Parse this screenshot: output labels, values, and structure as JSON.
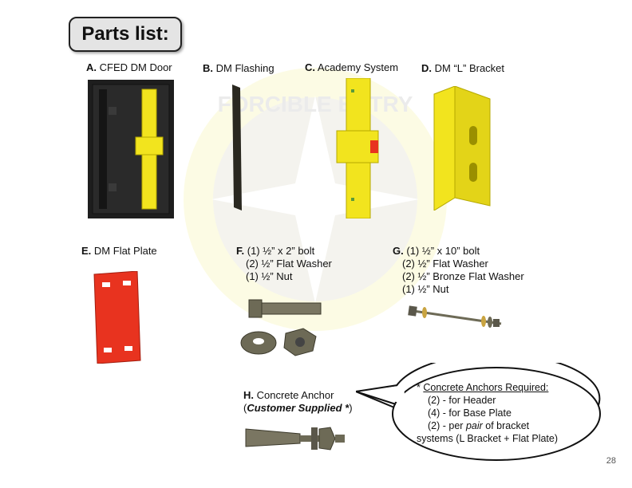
{
  "title": "Parts list:",
  "parts": {
    "a": {
      "letter": "A.",
      "name": "CFED DM Door"
    },
    "b": {
      "letter": "B.",
      "name": "DM Flashing"
    },
    "c": {
      "letter": "C.",
      "name": "Academy System"
    },
    "d": {
      "letter": "D.",
      "name": "DM “L” Bracket"
    },
    "e": {
      "letter": "E.",
      "name": "DM Flat Plate"
    },
    "f": {
      "letter": "F.",
      "name": "(1) ½” x 2” bolt",
      "lines": [
        "(2) ½” Flat Washer",
        "(1) ½” Nut"
      ]
    },
    "g": {
      "letter": "G.",
      "name": "(1) ½” x 10” bolt",
      "lines": [
        "(2) ½” Flat Washer",
        "(2) ½” Bronze Flat Washer",
        "(1) ½” Nut"
      ]
    },
    "h": {
      "letter": "H.",
      "name": "Concrete Anchor",
      "note_open": "(",
      "note": "Customer Supplied *",
      "note_close": ")"
    }
  },
  "callout": {
    "heading_star": "*",
    "heading": "Concrete Anchors Required:",
    "line1": "(2) - for Header",
    "line2": "(4) - for Base Plate",
    "line3_pre": "(2) - per ",
    "line3_em": "pair",
    "line3_post": " of bracket",
    "line4": "systems (L Bracket + Flat Plate)"
  },
  "watermark_text": "FORCIBLE ENTRY",
  "page_number": "28",
  "colors": {
    "yellow": "#f2e41e",
    "red": "#e8331f",
    "dark": "#2b2b2b",
    "bolt": "#6d6a56"
  }
}
